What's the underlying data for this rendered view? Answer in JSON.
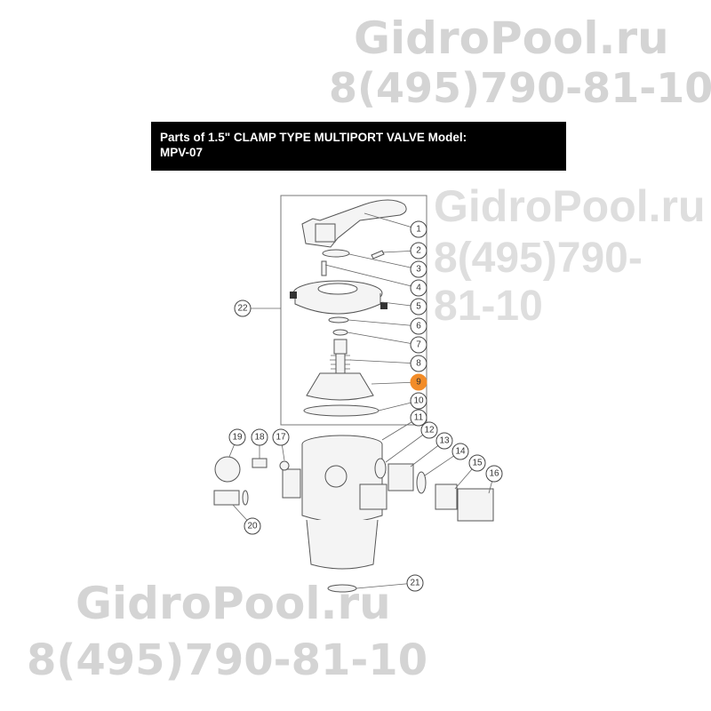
{
  "watermarks": [
    {
      "site": "GidroPool.ru",
      "phone": "8(495)790-81-10"
    },
    {
      "site": "GidroPool.ru",
      "phone": "8(495)790-81-10"
    },
    {
      "site": "GidroPool.ru",
      "phone": "8(495)790-81-10"
    }
  ],
  "title": {
    "line1": "Parts of 1.5\" CLAMP TYPE MULTIPORT VALVE Model:",
    "line2": "MPV-07"
  },
  "callouts": [
    "1",
    "2",
    "3",
    "4",
    "5",
    "6",
    "7",
    "8",
    "9",
    "10",
    "11",
    "12",
    "13",
    "14",
    "15",
    "16",
    "17",
    "18",
    "19",
    "20",
    "21",
    "22"
  ],
  "highlight": {
    "number": "9",
    "color": "#f28c28"
  }
}
